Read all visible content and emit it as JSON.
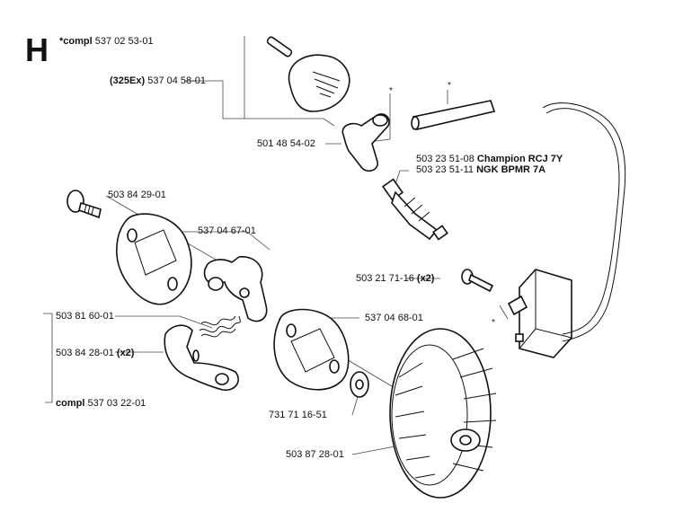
{
  "section": "H",
  "star": "*",
  "labels": {
    "carb_compl": {
      "prefix": "*compl",
      "number": "537 02 53-01"
    },
    "cover_325ex": {
      "prefix": "(325Ex)",
      "number": "537 04 58-01"
    },
    "spark_cap": {
      "number": "501 48 54-02"
    },
    "plug_champion": {
      "number": "503 23 51-08",
      "name": "Champion RCJ 7Y"
    },
    "plug_ngk": {
      "number": "503 23 51-11",
      "name": "NGK BPMR 7A"
    },
    "screw_1": {
      "number": "503 84 29-01"
    },
    "plate_1": {
      "number": "537 04 67-01"
    },
    "screw_ign": {
      "number": "503 21 71-16",
      "qty": "(x2)"
    },
    "spring": {
      "number": "503 81 60-01"
    },
    "pawl": {
      "number": "503 84 28-01",
      "qty": "(x2)"
    },
    "plate_2": {
      "number": "537 04 68-01"
    },
    "clutch_compl": {
      "prefix": "compl",
      "number": "537 03 22-01"
    },
    "washer": {
      "number": "731 71 16-51"
    },
    "flywheel": {
      "number": "503 87 28-01"
    }
  }
}
